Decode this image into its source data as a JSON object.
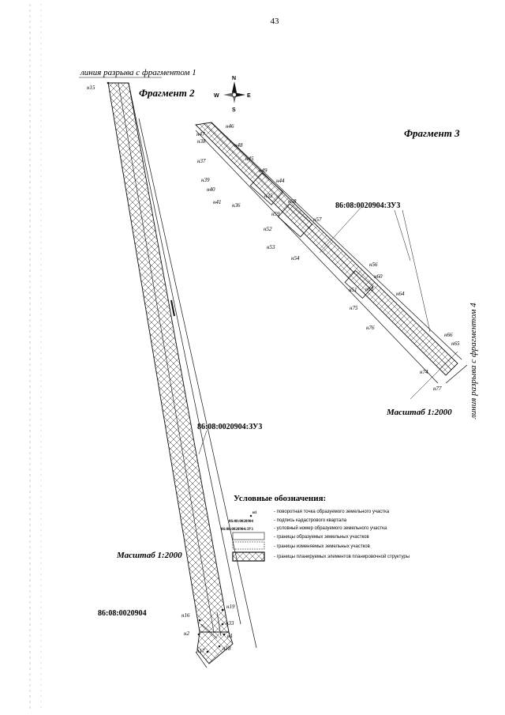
{
  "page_number": "43",
  "fragment2": {
    "title": "Фрагмент 2",
    "break_line_label": "линия разрыва с фрагментом 1",
    "scale": "Масштаб 1:2000",
    "plot_label": "86:08:0020904:ЗУ3",
    "quarter_label": "86:08:0020904",
    "points": {
      "n15": "н15",
      "n16": "н16",
      "n2": "н2",
      "n17": "н17",
      "n18": "н18",
      "n19": "н19",
      "n1": "н1",
      "n33": "н33"
    }
  },
  "fragment3": {
    "title": "Фрагмент 3",
    "break_line_label": "линия разрыва с фрагментом 4",
    "scale": "Масштаб 1:2000",
    "plot_label": "86:08:0020904:ЗУ3",
    "points": {
      "n46": "н46",
      "n47": "н47",
      "n38": "н38",
      "n48": "н48",
      "n37": "н37",
      "n45": "н45",
      "n39": "н39",
      "n49": "н49",
      "n40": "н40",
      "n44": "н44",
      "n35": "н35",
      "n41": "н41",
      "n36": "н36",
      "n58": "н58",
      "n59": "н59",
      "n57": "н57",
      "n52": "н52",
      "n53": "н53",
      "n54": "н54",
      "n56": "н56",
      "n60": "н60",
      "n51": "н51",
      "n63": "н63",
      "n64": "н64",
      "n75": "н75",
      "n76": "н76",
      "n66": "н66",
      "n65": "н65",
      "n74": "н74",
      "n77": "н77"
    }
  },
  "compass": {
    "north": "N",
    "south": "S",
    "west": "W",
    "east": "E"
  },
  "legend": {
    "title": "Условные обозначения:",
    "items": [
      {
        "symbol_text": "н1",
        "text": "- поворотная точка образуемого земельного участка"
      },
      {
        "symbol_text": "86:08:0020904",
        "text": "- подпись кадастрового квартала"
      },
      {
        "symbol_text": "86:08:0020904:ЗУ1",
        "text": "- условный номер образуемого земельного участка"
      },
      {
        "symbol_text": "",
        "text": "- границы образуемых земельных участков"
      },
      {
        "symbol_text": "",
        "text": "- границы изменяемых земельных участков"
      },
      {
        "symbol_text": "",
        "text": "- границы планируемых элементов планировочной структуры"
      }
    ]
  },
  "colors": {
    "line": "#111111",
    "hatch": "#333333",
    "paper": "#ffffff"
  }
}
